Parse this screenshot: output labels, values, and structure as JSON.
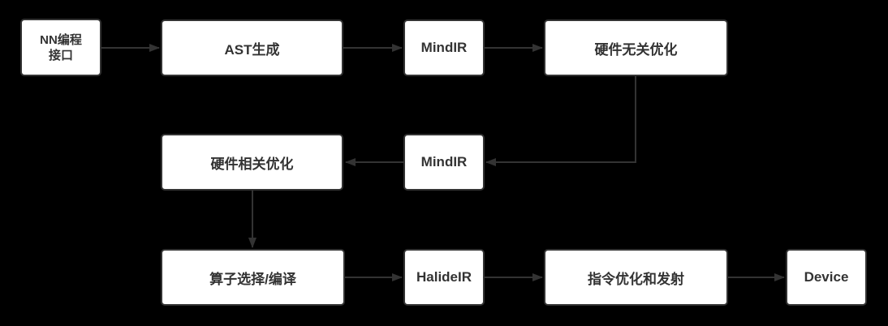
{
  "diagram": {
    "background_color": "#000000",
    "node_fill_color": "#ffffff",
    "node_border_color": "#333333",
    "text_color": "#333333",
    "arrow_color": "#333333",
    "nodes": [
      {
        "id": "nn-programming-interface",
        "label": "NN编程\n接口"
      },
      {
        "id": "ast-generation",
        "label": "AST生成"
      },
      {
        "id": "mindir-1",
        "label": "MindIR"
      },
      {
        "id": "hardware-independent-opt",
        "label": "硬件无关优化"
      },
      {
        "id": "hardware-dependent-opt",
        "label": "硬件相关优化"
      },
      {
        "id": "mindir-2",
        "label": "MindIR"
      },
      {
        "id": "operator-select-compile",
        "label": "算子选择/编译"
      },
      {
        "id": "halideir",
        "label": "HalideIR"
      },
      {
        "id": "instruction-opt-emit",
        "label": "指令优化和发射"
      },
      {
        "id": "device",
        "label": "Device"
      }
    ],
    "edges": [
      {
        "from": "nn-programming-interface",
        "to": "ast-generation"
      },
      {
        "from": "ast-generation",
        "to": "mindir-1"
      },
      {
        "from": "mindir-1",
        "to": "hardware-independent-opt"
      },
      {
        "from": "hardware-independent-opt",
        "to": "mindir-2"
      },
      {
        "from": "mindir-2",
        "to": "hardware-dependent-opt"
      },
      {
        "from": "hardware-dependent-opt",
        "to": "operator-select-compile"
      },
      {
        "from": "operator-select-compile",
        "to": "halideir"
      },
      {
        "from": "halideir",
        "to": "instruction-opt-emit"
      },
      {
        "from": "instruction-opt-emit",
        "to": "device"
      }
    ]
  }
}
